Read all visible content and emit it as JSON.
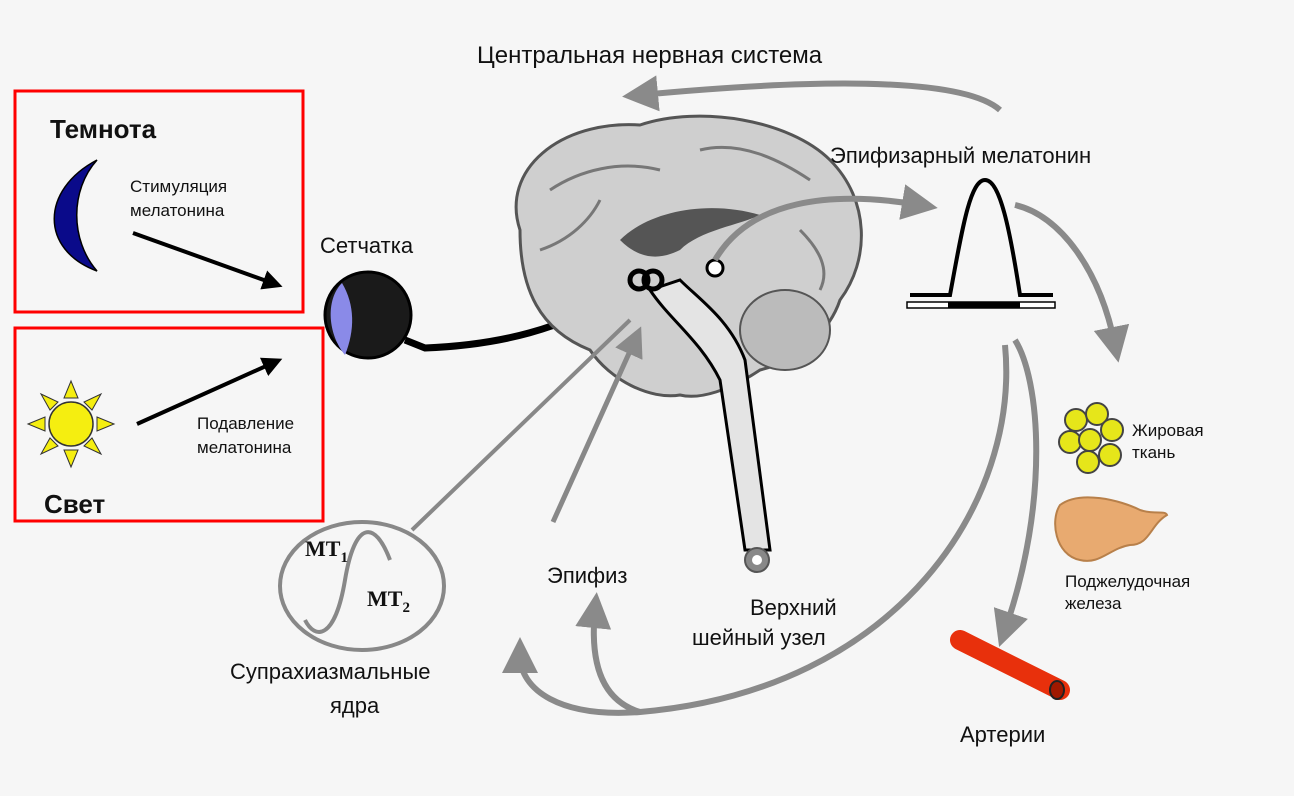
{
  "labels": {
    "cns": "Центральная нервная система",
    "pineal_melatonin": "Эпифизарный мелатонин",
    "darkness": "Темнота",
    "stimulation_line1": "Стимуляция",
    "stimulation_line2": "мелатонина",
    "retina": "Сетчатка",
    "light": "Свет",
    "suppression_line1": "Подавление",
    "suppression_line2": "мелатонина",
    "mt1": "MT",
    "mt1_sub": "1",
    "mt2": "MT",
    "mt2_sub": "2",
    "scn_line1": "Супрахиазмальные",
    "scn_line2": "ядра",
    "pineal": "Эпифиз",
    "ganglion_line1": "Верхний",
    "ganglion_line2": "шейный узел",
    "adipose_line1": "Жировая",
    "adipose_line2": "ткань",
    "pancreas_line1": "Поджелудочная",
    "pancreas_line2": "железа",
    "arteries": "Артерии"
  },
  "colors": {
    "highlight_box": "#ff0000",
    "moon": "#0a0a8a",
    "sun": "#f5ee10",
    "artery": "#e8300c",
    "arrow_gray": "#8a8a8a"
  }
}
